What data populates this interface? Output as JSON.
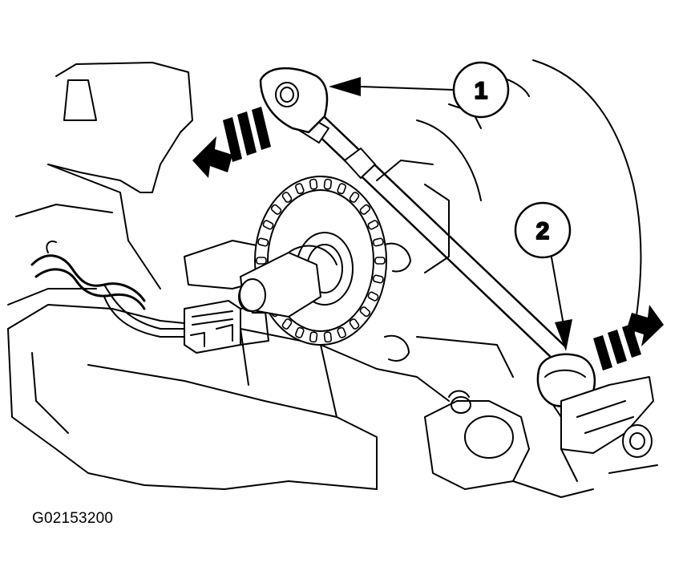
{
  "figure": {
    "id": "G02153200",
    "callouts": [
      {
        "label": "1"
      },
      {
        "label": "2"
      }
    ],
    "line_color": "#000000",
    "background_color": "#ffffff"
  }
}
